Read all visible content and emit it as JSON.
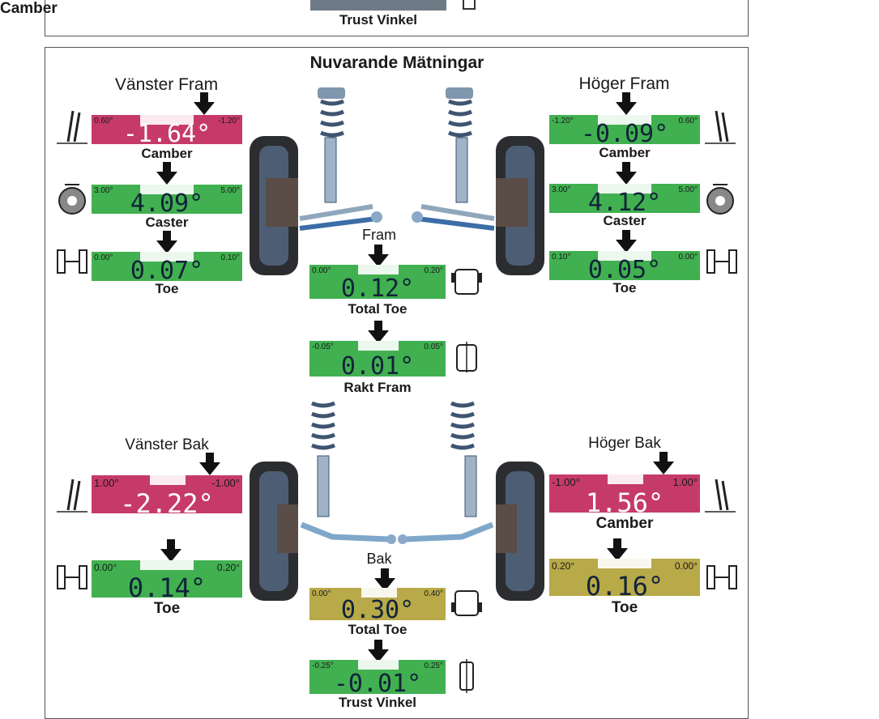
{
  "top_panel": {
    "footer_label": "Trust Vinkel"
  },
  "main": {
    "title": "Nuvarande Mätningar",
    "front": {
      "left_title": "Vänster Fram",
      "right_title": "Höger Fram",
      "center_title": "Fram",
      "left": {
        "camber": {
          "label": "Camber",
          "value": "-1.64°",
          "min": "0.60°",
          "max": "-1.20°",
          "status": "out-of-range",
          "color": "#c63a6a"
        },
        "caster": {
          "label": "Caster",
          "value": "4.09°",
          "min": "3.00°",
          "max": "5.00°",
          "status": "in-range",
          "color": "#41b050"
        },
        "toe": {
          "label": "Toe",
          "value": "0.07°",
          "min": "0.00°",
          "max": "0.10°",
          "status": "in-range",
          "color": "#41b050"
        }
      },
      "right": {
        "camber": {
          "label": "Camber",
          "value": "-0.09°",
          "min": "-1.20°",
          "max": "0.60°",
          "status": "in-range",
          "color": "#41b050"
        },
        "caster": {
          "label": "Caster",
          "value": "4.12°",
          "min": "3.00°",
          "max": "5.00°",
          "status": "in-range",
          "color": "#41b050"
        },
        "toe": {
          "label": "Toe",
          "value": "0.05°",
          "min": "0.10°",
          "max": "0.00°",
          "status": "in-range",
          "color": "#41b050"
        }
      },
      "total_toe": {
        "label": "Total Toe",
        "value": "0.12°",
        "min": "0.00°",
        "max": "0.20°",
        "status": "in-range",
        "color": "#41b050"
      },
      "rakt_fram": {
        "label": "Rakt Fram",
        "value": "0.01°",
        "min": "-0.05°",
        "max": "0.05°",
        "status": "in-range",
        "color": "#41b050"
      }
    },
    "rear": {
      "left_title": "Vänster Bak",
      "right_title": "Höger Bak",
      "center_title": "Bak",
      "left": {
        "camber": {
          "label": "Camber",
          "value": "-2.22°",
          "min": "1.00°",
          "max": "-1.00°",
          "status": "out-of-range",
          "color": "#c63a6a"
        },
        "toe": {
          "label": "Toe",
          "value": "0.14°",
          "min": "0.00°",
          "max": "0.20°",
          "status": "in-range",
          "color": "#41b050"
        }
      },
      "right": {
        "camber": {
          "label": "Camber",
          "value": "1.56°",
          "min": "-1.00°",
          "max": "1.00°",
          "status": "out-of-range",
          "color": "#c63a6a"
        },
        "toe": {
          "label": "Toe",
          "value": "0.16°",
          "min": "0.20°",
          "max": "0.00°",
          "status": "warning",
          "color": "#b8a949"
        }
      },
      "total_toe": {
        "label": "Total Toe",
        "value": "0.30°",
        "min": "0.00°",
        "max": "0.40°",
        "status": "warning",
        "color": "#b8a949"
      },
      "trust_vinkel": {
        "label": "Trust Vinkel",
        "value": "-0.01°",
        "min": "-0.25°",
        "max": "0.25°",
        "status": "in-range",
        "color": "#41b050"
      }
    }
  },
  "icons": {
    "camber": "camber-wheel-icon",
    "caster": "caster-wheel-icon",
    "toe": "toe-wheels-icon",
    "total_toe": "total-toe-car-icon",
    "rakt_fram": "straight-ahead-icon",
    "trust_vinkel": "thrust-angle-icon"
  }
}
